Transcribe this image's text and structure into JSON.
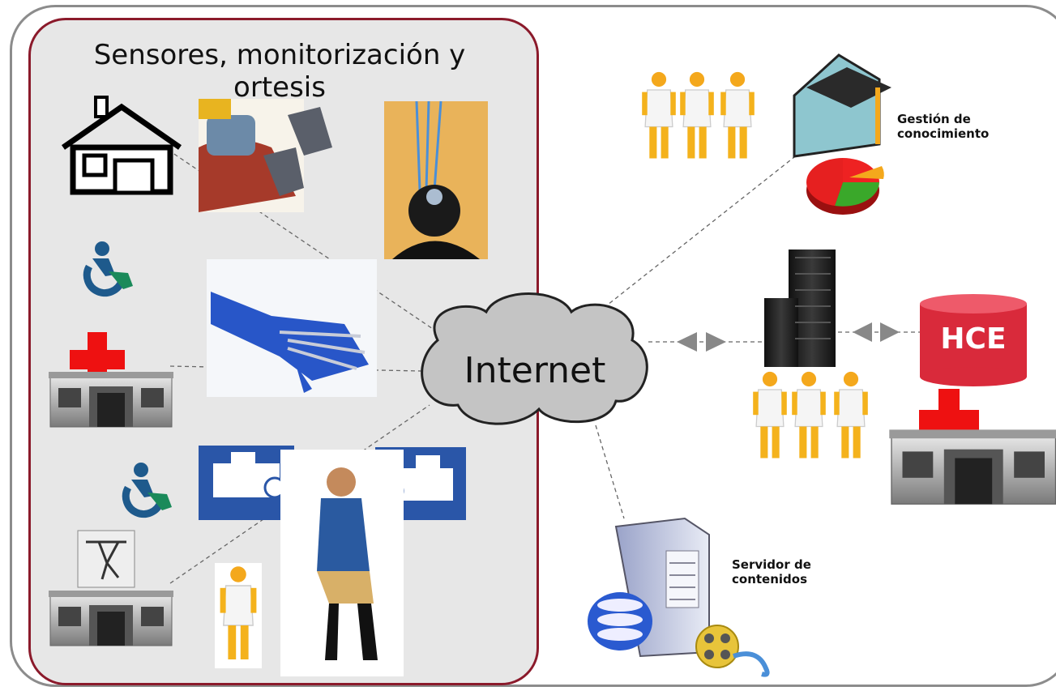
{
  "diagram": {
    "panel_title": "Sensores, monitorización y ortesis",
    "cloud_label": "Internet",
    "labels": {
      "knowledge": "Gestión de\nconocimiento",
      "content_server": "Servidor de\ncontenidos",
      "ehr": "HCE"
    }
  },
  "colors": {
    "panel_border": "#8b1a2b",
    "panel_fill": "#e7e7e7",
    "frame_border": "#8c8c8c",
    "cloud_fill": "#c4c4c4",
    "hce_fill": "#d92a3b",
    "cross_red": "#ee1111",
    "camera_blue": "#2a56a8",
    "wheelchair_blue": "#1e5a8c",
    "wheelchair_green": "#1a8a5a"
  },
  "icons": [
    "house-icon",
    "wheelchair-icon",
    "hospital-icon",
    "gym-icon",
    "camera-icon",
    "doctor-icon",
    "graduation-cap-icon",
    "pie-chart-icon",
    "server-rack-icon",
    "database-icon",
    "film-reel-icon",
    "glove-icon",
    "brain-icon",
    "walking-man-icon"
  ]
}
